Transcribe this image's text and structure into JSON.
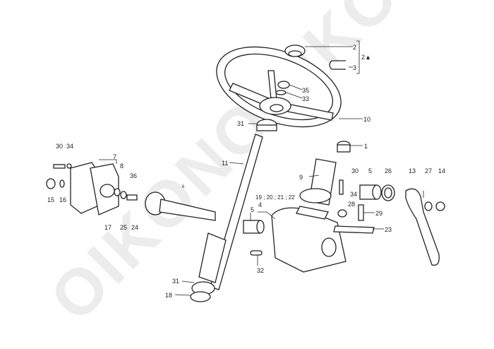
{
  "watermark": "OIKONOMIKOS",
  "labels": {
    "l2": "2",
    "l2a": "2▲",
    "l3": "3",
    "l35": "35",
    "l33": "33",
    "l10": "10",
    "l31a": "31",
    "l1": "1",
    "l11": "11",
    "l9": "9",
    "l30a": "30",
    "l5a": "5",
    "l26": "26",
    "l13": "13",
    "l27": "27",
    "l14": "14",
    "l34a": "34",
    "l28": "28",
    "l29": "29",
    "l23": "23",
    "l19": "19 ; 20 ; 21 ; 22",
    "l4": "4",
    "l5b": "5",
    "l32": "32",
    "l30b": "30",
    "l34b": "34",
    "l7": "7",
    "l8": "8",
    "l36": "36",
    "l15": "15",
    "l16": "16",
    "l17": "17",
    "l25": "25",
    "l24": "24",
    "l6": "6",
    "l31b": "31",
    "l18": "18"
  }
}
